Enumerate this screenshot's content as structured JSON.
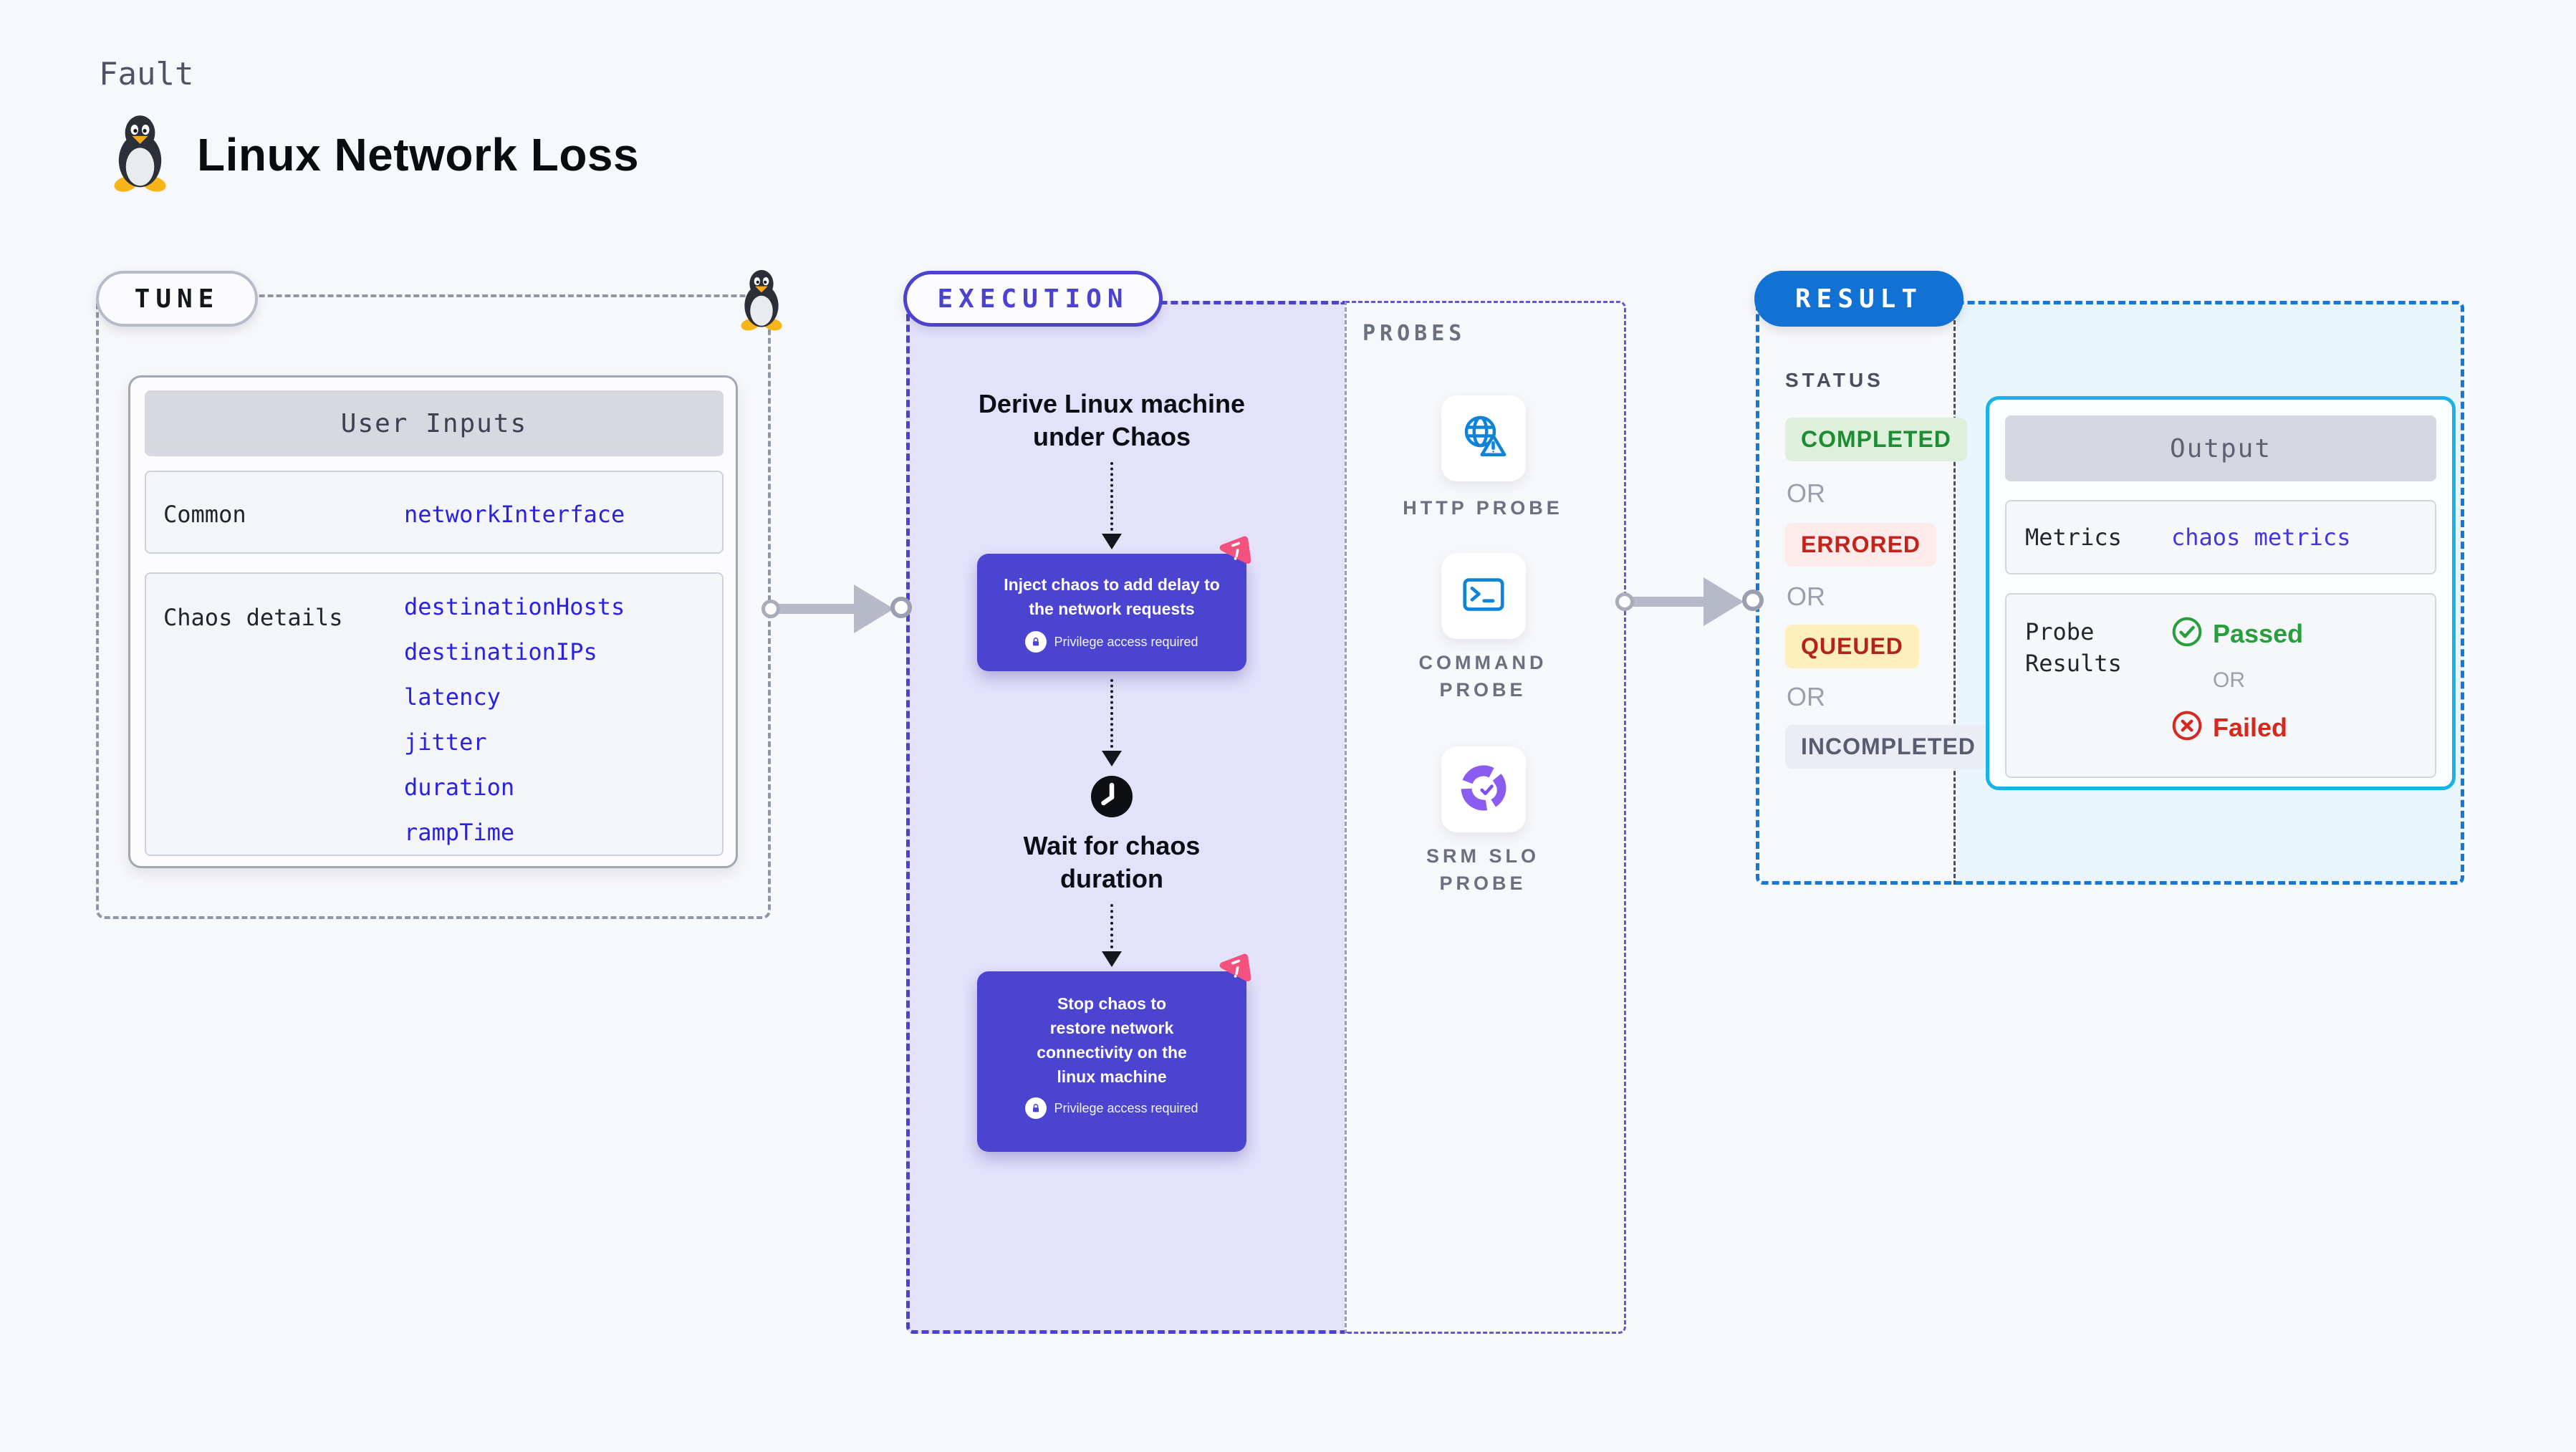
{
  "header": {
    "eyebrow": "Fault",
    "title": "Linux Network Loss"
  },
  "tune": {
    "badge": "TUNE",
    "table": {
      "header": "User Inputs",
      "rows": [
        {
          "label": "Common",
          "values": [
            "networkInterface"
          ]
        },
        {
          "label": "Chaos details",
          "values": [
            "destinationHosts",
            "destinationIPs",
            "latency",
            "jitter",
            "duration",
            "rampTime"
          ]
        }
      ]
    }
  },
  "execution": {
    "badge": "EXECUTION",
    "steps": {
      "derive": "Derive Linux machine\nunder Chaos",
      "inject": "Inject chaos to add delay to\nthe network requests",
      "inject_note": "Privilege access required",
      "wait": "Wait for chaos\nduration",
      "stop": "Stop chaos to\nrestore network\nconnectivity on the\nlinux machine",
      "stop_note": "Privilege access required"
    }
  },
  "probes": {
    "label": "PROBES",
    "items": [
      {
        "name": "HTTP PROBE",
        "icon": "globe-alert-icon"
      },
      {
        "name": "COMMAND PROBE",
        "icon": "terminal-icon"
      },
      {
        "name": "SRM SLO PROBE",
        "icon": "slo-pie-icon"
      }
    ]
  },
  "result": {
    "badge": "RESULT",
    "status": {
      "label": "STATUS",
      "completed": "COMPLETED",
      "errored": "ERRORED",
      "queued": "QUEUED",
      "incompleted": "INCOMPLETED",
      "or": "OR"
    },
    "output": {
      "header": "Output",
      "metrics_label": "Metrics",
      "metrics_value": "chaos metrics",
      "probe_label": "Probe Results",
      "passed": "Passed",
      "or": "OR",
      "failed": "Failed"
    }
  },
  "colors": {
    "page_bg": "#f7f8fb",
    "execution_accent": "#4b42cd",
    "execution_bg": "#e4e2fb",
    "chaos_step_bg": "#4b44d0",
    "chaos_logo_pink": "#f4517f",
    "value_blue": "#2b22e0",
    "metrics_blue": "#4336de",
    "probe_icon_blue": "#0f83d8",
    "srm_purple": "#8a5cf0",
    "result_accent": "#1478d8",
    "result_bg": "#e8f5fd",
    "output_border": "#19b2e9",
    "success_green": "#1d8c33",
    "error_red": "#c3231b",
    "queued_yellow_bg": "#fdf0bd",
    "passed_green": "#27a03c",
    "failed_red": "#d5291d"
  }
}
